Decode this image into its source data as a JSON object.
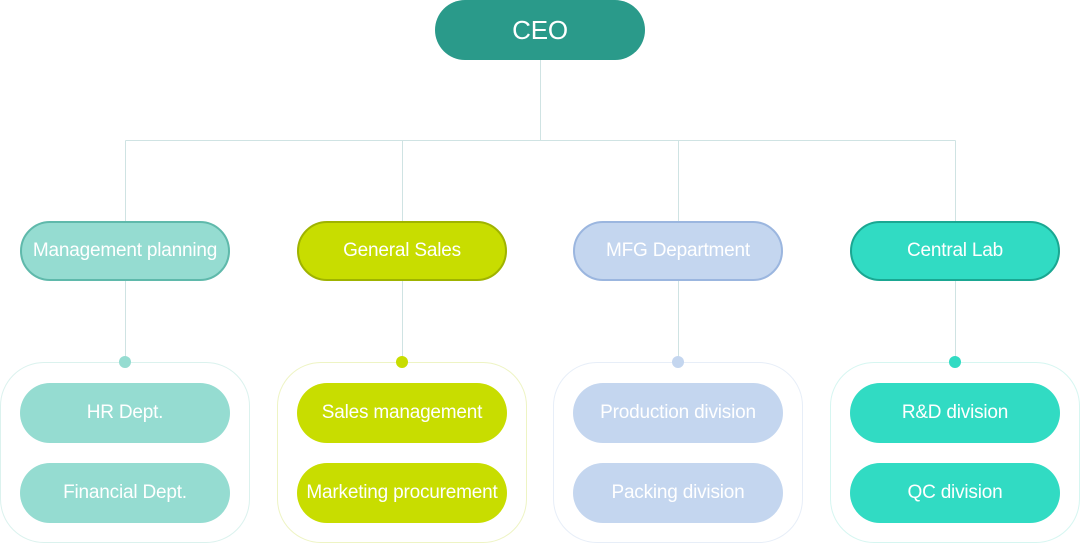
{
  "chart": {
    "ceo": "CEO",
    "departments": [
      {
        "label": "Management planning",
        "children": [
          "HR Dept.",
          "Financial Dept."
        ]
      },
      {
        "label": "General Sales",
        "children": [
          "Sales management",
          "Marketing procurement"
        ]
      },
      {
        "label": "MFG Department",
        "children": [
          "Production division",
          "Packing division"
        ]
      },
      {
        "label": "Central Lab",
        "children": [
          "R&D division",
          "QC division"
        ]
      }
    ]
  },
  "colors": {
    "ceo": "#2a9a8a",
    "management_planning": "#95dcd1",
    "general_sales": "#c8dd00",
    "mfg_department": "#c4d6ef",
    "central_lab": "#31dbc3",
    "connector": "#cfe3e3"
  }
}
